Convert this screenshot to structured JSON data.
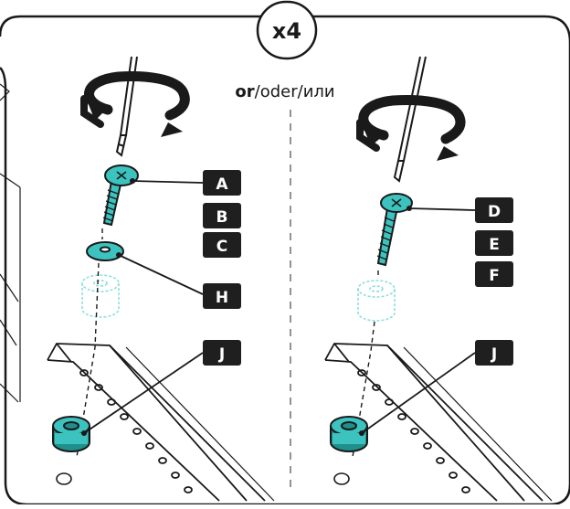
{
  "quantity": "x4",
  "title": {
    "bold": "or",
    "sep1": "/",
    "word2": "oder",
    "sep2": "/",
    "word3": "или"
  },
  "left_labels": [
    "A",
    "B",
    "C",
    "H",
    "J"
  ],
  "right_labels": [
    "D",
    "E",
    "F",
    "J"
  ],
  "colors": {
    "outline": "#1a1a1a",
    "teal": "#3cc3bf",
    "teal_dark": "#1f8f8c",
    "faded_teal": "#8fdede",
    "label_bg": "#1f1f1f",
    "dash": "#555555"
  },
  "icons": [
    "screwdriver-icon",
    "rotate-arrow-icon",
    "screw-icon",
    "washer-icon",
    "spacer-icon",
    "bracket-rail-icon"
  ]
}
